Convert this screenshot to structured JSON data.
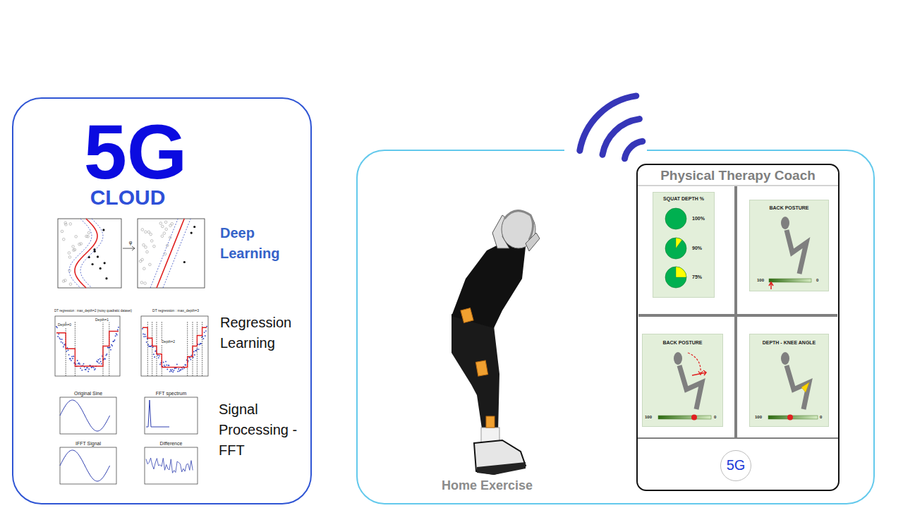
{
  "diagram": {
    "nodes": [
      {
        "text": [
          "5G",
          "CLOUD"
        ]
      },
      {
        "text": [
          "Home Exercise"
        ]
      },
      {
        "text": [
          "Physical Therapy Coach"
        ],
        "in": 1
      },
      {
        "text": [
          "SQUAT DEPTH %",
          "100%",
          "90%",
          "75%"
        ],
        "in": 2
      },
      {
        "text": [
          "BACK POSTURE",
          "100",
          "0"
        ],
        "in": 2
      },
      {
        "text": [
          "BACK POSTURE",
          "100",
          "0"
        ],
        "in": 2
      },
      {
        "text": [
          "DEPTH - KNEE ANGLE",
          "100",
          "0"
        ],
        "in": 2
      },
      {
        "text": [
          "5G"
        ],
        "in": 2
      }
    ],
    "labels": [
      "Deep Learning",
      "φ",
      "Regression Learning",
      "DT regression : max_depth=2 (noisy quadratic dataset)",
      "DT regression : max_depth=3",
      "Depth=0",
      "Depth=1",
      "Depth=2",
      "Signal Processing - FFT",
      "Original Sine",
      "FFT spectrum",
      "IFFT Signal",
      "Difference"
    ]
  }
}
